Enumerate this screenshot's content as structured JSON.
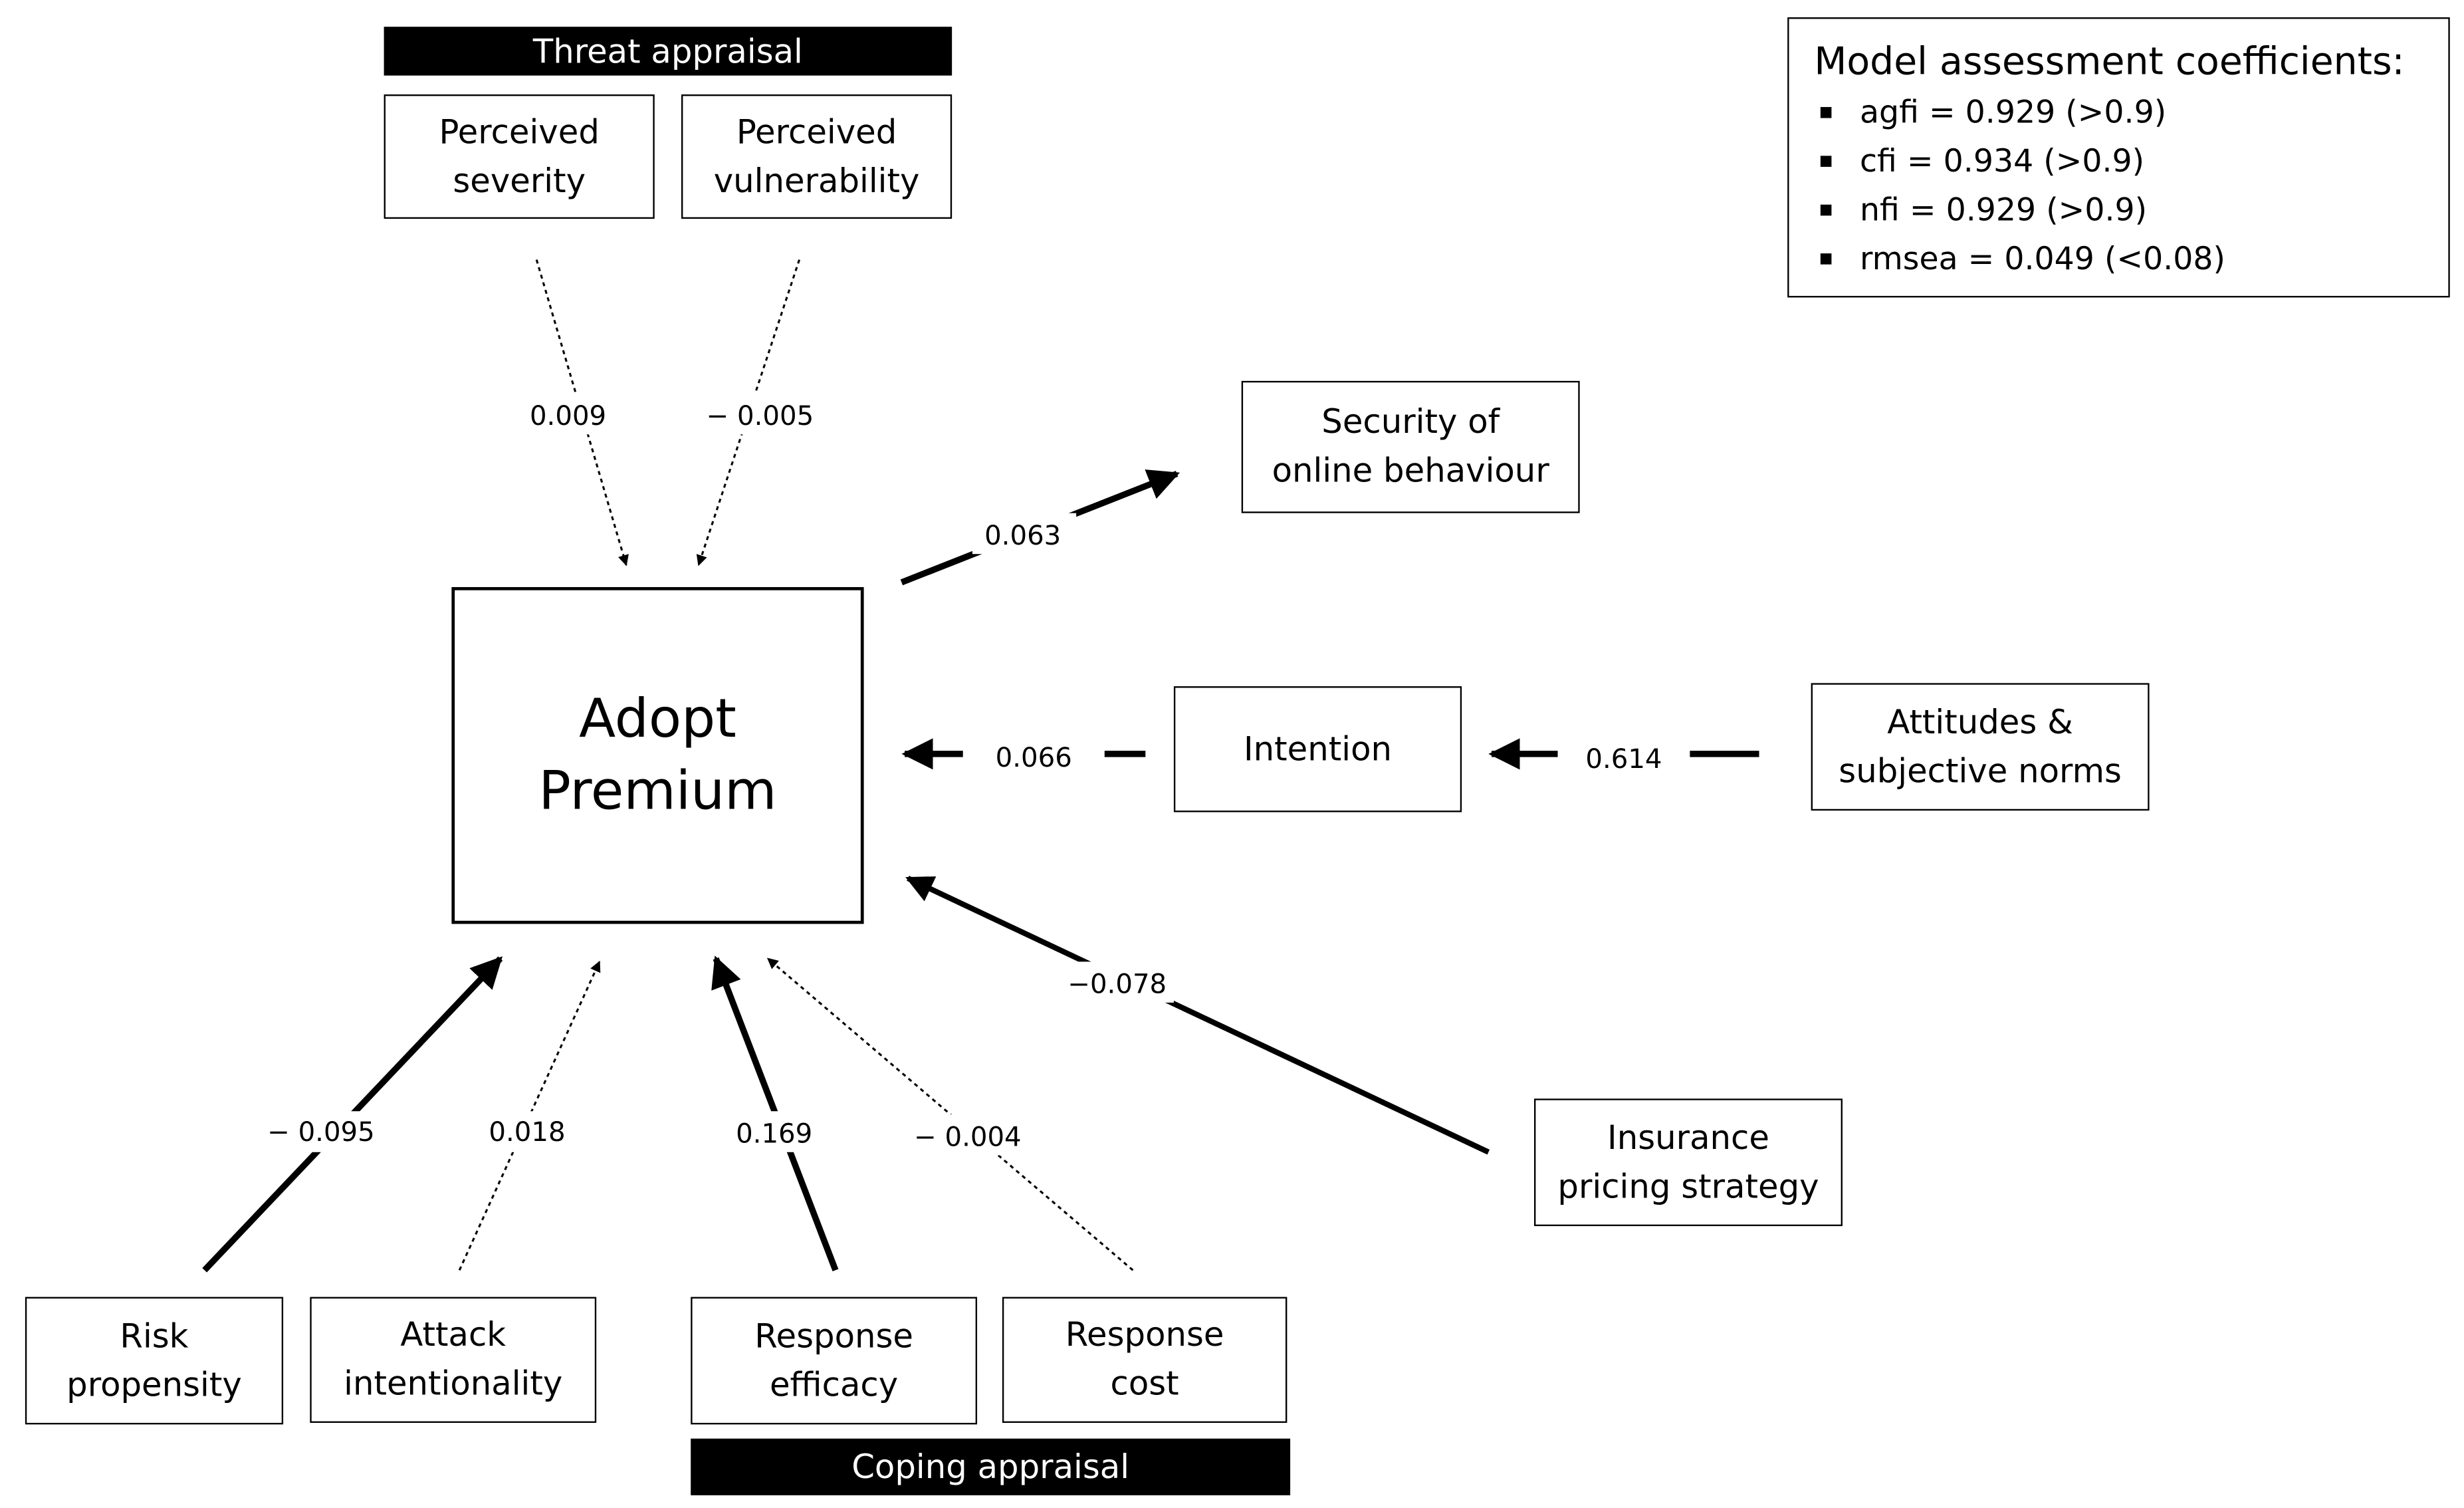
{
  "groups": {
    "threat": "Threat appraisal",
    "coping": "Coping appraisal"
  },
  "nodes": {
    "adopt": "Adopt\nPremium",
    "severity": "Perceived\nseverity",
    "vulnerability": "Perceived\nvulnerability",
    "security": "Security of\nonline behaviour",
    "intention": "Intention",
    "attitudes": "Attitudes &\nsubjective norms",
    "pricing": "Insurance\npricing strategy",
    "risk": "Risk\npropensity",
    "attack": "Attack\nintentionality",
    "efficacy": "Response\nefficacy",
    "cost": "Response\ncost"
  },
  "legend": {
    "title": "Model assessment coefficients:",
    "items": [
      "agfi = 0.929 (>0.9)",
      "cfi = 0.934 (>0.9)",
      "nfi = 0.929 (>0.9)",
      "rmsea = 0.049 (<0.08)"
    ]
  },
  "paths": [
    {
      "from": "Perceived severity",
      "to": "Adopt Premium",
      "coefficient": "0.009",
      "line": "dotted"
    },
    {
      "from": "Perceived vulnerability",
      "to": "Adopt Premium",
      "coefficient": "− 0.005",
      "line": "dotted"
    },
    {
      "from": "Adopt Premium",
      "to": "Security of online behaviour",
      "coefficient": "0.063",
      "line": "solid"
    },
    {
      "from": "Intention",
      "to": "Adopt Premium",
      "coefficient": "0.066",
      "line": "solid"
    },
    {
      "from": "Attitudes & subjective norms",
      "to": "Intention",
      "coefficient": "0.614",
      "line": "solid"
    },
    {
      "from": "Insurance pricing strategy",
      "to": "Adopt Premium",
      "coefficient": "−0.078",
      "line": "solid"
    },
    {
      "from": "Risk propensity",
      "to": "Adopt Premium",
      "coefficient": "− 0.095",
      "line": "solid"
    },
    {
      "from": "Attack intentionality",
      "to": "Adopt Premium",
      "coefficient": "0.018",
      "line": "dotted"
    },
    {
      "from": "Response efficacy",
      "to": "Adopt Premium",
      "coefficient": "0.169",
      "line": "solid"
    },
    {
      "from": "Response cost",
      "to": "Adopt Premium",
      "coefficient": "− 0.004",
      "line": "dotted"
    }
  ]
}
